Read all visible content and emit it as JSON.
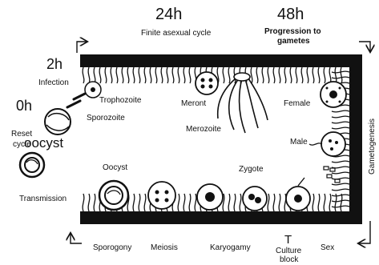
{
  "time_labels": {
    "t0": "0h",
    "t2": "2h",
    "t24": "24h",
    "t48": "48h"
  },
  "colors": {
    "t0": "#f0a07a",
    "t2": "#2bc9a3",
    "t24": "#b0b81c",
    "t48": "#32c0e8",
    "oocyst": "#e070c8",
    "culture_block": "#e02020",
    "outline": "#111111"
  },
  "stage_labels": {
    "infection": "Infection",
    "trophozoite": "Trophozoite",
    "sporozoite": "Sporozoite",
    "oocyst_colored": "oocyst",
    "reset_cycle_line1": "Reset",
    "reset_cycle_line2": "cycle",
    "transmission": "Transmission",
    "finite_asexual_cycle": "Finite asexual cycle",
    "progression_line1": "Progression to",
    "progression_line2": "gametes",
    "meront": "Meront",
    "merozoite": "Merozoite",
    "female": "Female",
    "male": "Male",
    "gametogenesis": "Gametogenesis",
    "oocyst": "Oocyst",
    "zygote": "Zygote"
  },
  "process_labels": {
    "sporogony": "Sporogony",
    "meiosis": "Meiosis",
    "karyogamy": "Karyogamy",
    "culture_block_marker": "T",
    "culture_block_line1": "Culture",
    "culture_block_line2": "block",
    "sex": "Sex"
  },
  "icons": [
    "cycle-arrow-icon",
    "culture-block-icon"
  ]
}
